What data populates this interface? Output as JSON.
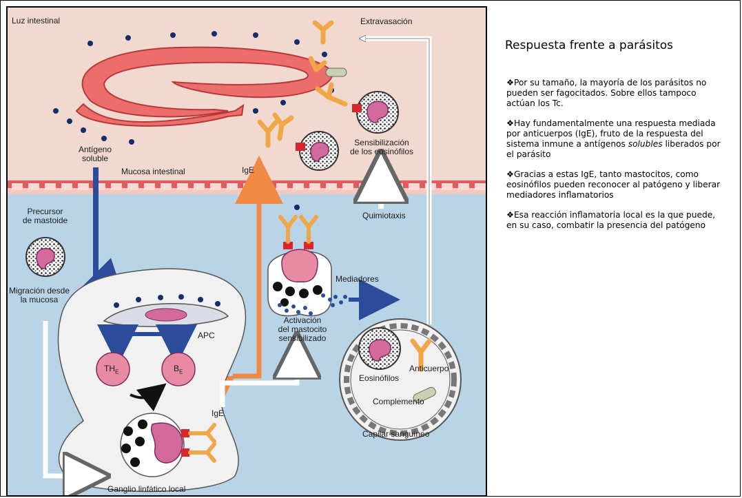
{
  "title": "Respuesta frente a parásitos",
  "bullets": [
    {
      "symbol": "❖",
      "text": "Por su tamaño, la mayoría de los parásitos no pueden ser fagocitados. Sobre ellos tampoco actúan los Tc."
    },
    {
      "symbol": "❖",
      "text_before": "Hay fundamentalmente una respuesta mediada por anticuerpos (IgE), fruto de la respuesta del sistema inmune a antígenos ",
      "text_italic": "solubles",
      "text_after": " liberados por el parásito"
    },
    {
      "symbol": "❖",
      "text": "Gracias a estas IgE, tanto mastocitos, como eosinófilos pueden reconocer al patógeno y liberar mediadores inflamatorios"
    },
    {
      "symbol": "❖",
      "text": "Esa reacción inflamatoria local es la que puede, en su caso, combatir la presencia del patógeno"
    }
  ],
  "diagram": {
    "labels": {
      "luz": "Luz intestinal",
      "extravasacion": "Extravasación",
      "antigeno_1": "Antígeno",
      "antigeno_2": "soluble",
      "ige_top": "IgE",
      "sensibilizacion_1": "Sensibilización",
      "sensibilizacion_2": "de los eosinófilos",
      "mucosa": "Mucosa intestinal",
      "quimiotaxis": "Quimiotaxis",
      "precursor_1": "Precursor",
      "precursor_2": "de mastoide",
      "migracion_1": "Migración desde",
      "migracion_2": "la mucosa",
      "mediadores": "Mediadores",
      "activacion_1": "Activación",
      "activacion_2": "del mastocito",
      "activacion_3": "sensibilizado",
      "apc": "APC",
      "th": "TH",
      "th_sub": "E",
      "b": "B",
      "b_sub": "E",
      "ige_bottom": "IgE",
      "anticuerpo": "Anticuerpo",
      "eosinofilos": "Eosinófilos",
      "complemento": "Complemento",
      "capilar": "Capilar sanguíneo",
      "ganglio": "Ganglio linfático local"
    },
    "colors": {
      "lumen": "#f1d9cf",
      "tissue": "#b8d4e6",
      "worm": "#ec6e6b",
      "epithelium": "#e05a5e",
      "arrow_orange": "#f08a43",
      "arrow_blue": "#2b4c9a",
      "antibody": "#f2a64a",
      "receptor": "#d8262c",
      "nucleus": "#d26a9e",
      "dot": "#162c6b"
    }
  }
}
